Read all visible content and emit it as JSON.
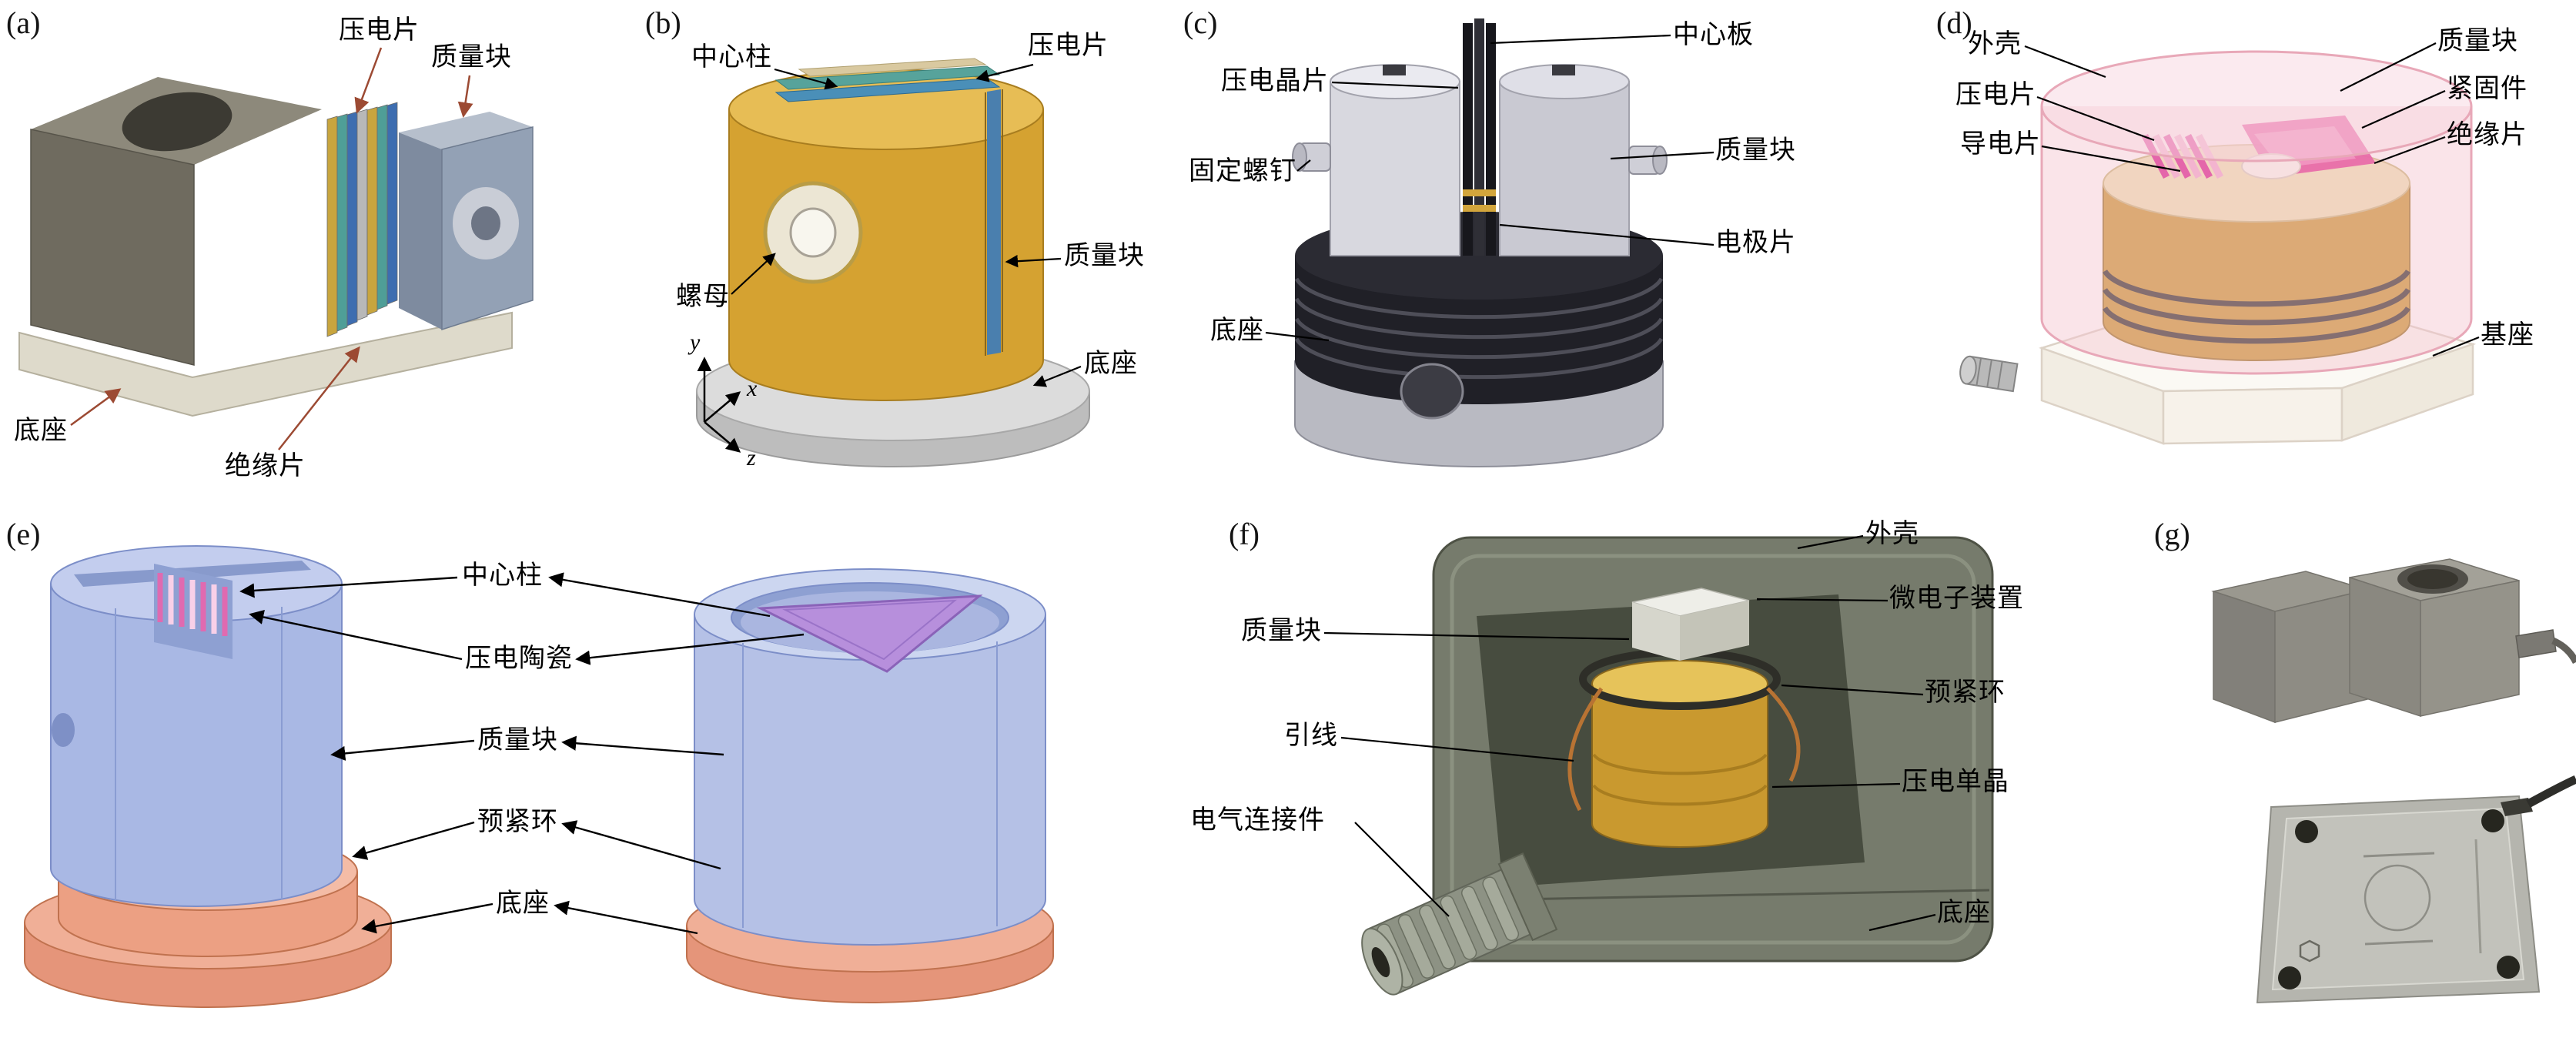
{
  "figure": {
    "background": "#ffffff",
    "panels": {
      "a": {
        "tag": "(a)",
        "arrow_color": "#9c4a33",
        "labels": {
          "piezo_sheet": "压电片",
          "mass_block": "质量块",
          "base": "底座",
          "insulating_sheet": "绝缘片"
        }
      },
      "b": {
        "tag": "(b)",
        "labels": {
          "center_column": "中心柱",
          "piezo_sheet": "压电片",
          "nut": "螺母",
          "mass_block": "质量块",
          "base": "底座"
        },
        "axes": {
          "x": "x",
          "y": "y",
          "z": "z"
        }
      },
      "c": {
        "tag": "(c)",
        "labels": {
          "center_plate": "中心板",
          "piezo_wafer": "压电晶片",
          "fixing_screw": "固定螺钉",
          "mass_block": "质量块",
          "electrode_sheet": "电极片",
          "base": "底座"
        }
      },
      "d": {
        "tag": "(d)",
        "labels": {
          "shell": "外壳",
          "mass_block": "质量块",
          "piezo_sheet": "压电片",
          "fastener": "紧固件",
          "conductive_sheet": "导电片",
          "insulating_sheet": "绝缘片",
          "base": "基座"
        }
      },
      "e": {
        "tag": "(e)",
        "labels": {
          "center_column": "中心柱",
          "piezo_ceramic": "压电陶瓷",
          "mass_block": "质量块",
          "preload_ring": "预紧环",
          "base": "底座"
        }
      },
      "f": {
        "tag": "(f)",
        "labels": {
          "shell": "外壳",
          "microelectronics": "微电子装置",
          "mass_block": "质量块",
          "preload_ring": "预紧环",
          "lead_wire": "引线",
          "piezo_crystal": "压电单晶",
          "electrical_connector": "电气连接件",
          "base": "底座"
        }
      },
      "g": {
        "tag": "(g)"
      }
    }
  }
}
